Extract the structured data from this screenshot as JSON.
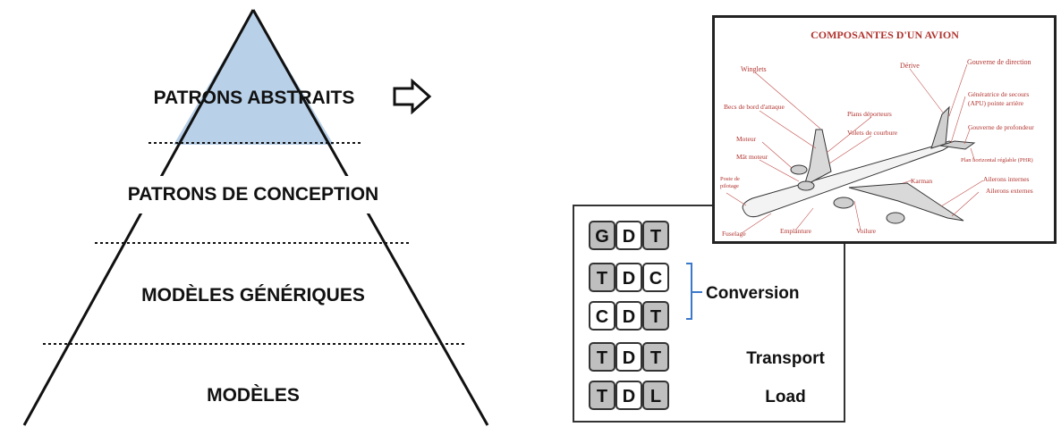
{
  "pyramid": {
    "levels": [
      {
        "label": "PATRONS ABSTRAITS"
      },
      {
        "label": "PATRONS DE CONCEPTION"
      },
      {
        "label": "MODÈLES GÉNÉRIQUES"
      },
      {
        "label": "MODÈLES"
      }
    ],
    "apex_fill": "#b8d0e8",
    "line_color": "#111111"
  },
  "arrow": {
    "icon": "hollow-right-arrow-icon"
  },
  "aircraft_panel": {
    "title": "COMPOSANTES D'UN AVION",
    "label_color": "#b0342f",
    "labels": [
      "Winglets",
      "Dérive",
      "Gouverne de direction",
      "Génératrice de secours",
      "(APU)  pointe arrière",
      "Becs de bord d'attaque",
      "Plans déporteurs",
      "Moteur",
      "Volets de courbure",
      "Gouverne de profondeur",
      "Mât moteur",
      "Plan horizontal réglable (PHR)",
      "Poste de",
      "pilotage",
      "Karman",
      "Ailerons internes",
      "Ailerons externes",
      "Fuselage",
      "Emplanture",
      "Voilure"
    ]
  },
  "codes_panel": {
    "rows": [
      {
        "letters": [
          "G",
          "D",
          "T"
        ],
        "shaded": [
          true,
          false,
          true
        ],
        "label": ""
      },
      {
        "letters": [
          "T",
          "D",
          "C"
        ],
        "shaded": [
          true,
          false,
          false
        ],
        "label": ""
      },
      {
        "letters": [
          "C",
          "D",
          "T"
        ],
        "shaded": [
          false,
          false,
          true
        ],
        "label": ""
      },
      {
        "letters": [
          "T",
          "D",
          "T"
        ],
        "shaded": [
          true,
          false,
          true
        ],
        "label": "Transport"
      },
      {
        "letters": [
          "T",
          "D",
          "L"
        ],
        "shaded": [
          true,
          false,
          true
        ],
        "label": "Load"
      }
    ],
    "bracket_label": "Conversion",
    "bracket_color": "#3a78c9",
    "shade_color": "#bfbfbf"
  }
}
